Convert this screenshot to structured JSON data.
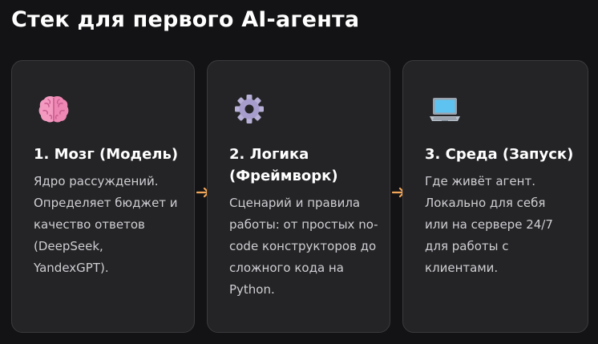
{
  "title": "Стек для первого AI-агента",
  "colors": {
    "background": "#131315",
    "card": "#242427",
    "card_border": "#3b3b3f",
    "arrow": "#f2a65a",
    "text_secondary": "#cfcfd3"
  },
  "cards": [
    {
      "icon": "brain-icon",
      "title": "1. Мозг (Модель)",
      "description": "Ядро рассуждений. Определяет бюджет и качество ответов (DeepSeek, YandexGPT)."
    },
    {
      "icon": "gear-icon",
      "title": "2. Логика (Фреймворк)",
      "description": "Сценарий и правила работы: от простых no-code конструкторов до сложного кода на Python."
    },
    {
      "icon": "laptop-icon",
      "title": "3. Среда (Запуск)",
      "description": "Где живёт агент. Локально для себя или на сервере 24/7 для работы с клиентами."
    }
  ],
  "arrows": [
    {
      "icon": "arrow-right-icon"
    },
    {
      "icon": "arrow-right-icon"
    }
  ]
}
